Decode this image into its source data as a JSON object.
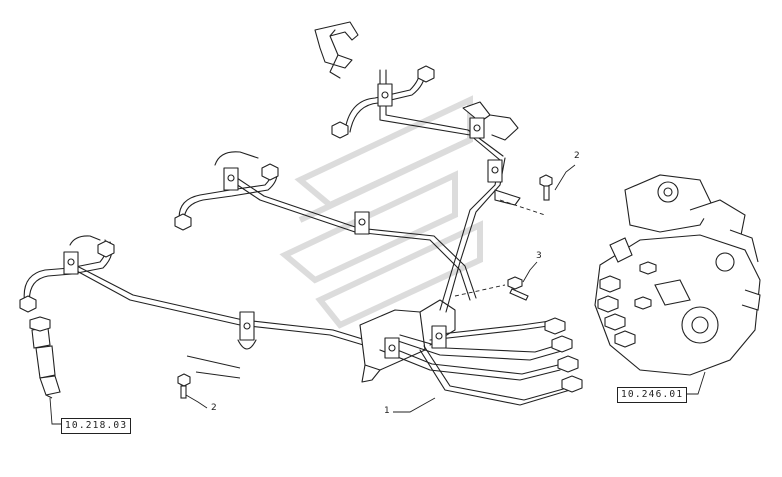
{
  "diagram": {
    "references": [
      {
        "id": "ref-injector",
        "label": "10.218.03"
      },
      {
        "id": "ref-pump",
        "label": "10.246.01"
      }
    ],
    "callouts": [
      {
        "id": "callout-2-top",
        "label": "2"
      },
      {
        "id": "callout-3",
        "label": "3"
      },
      {
        "id": "callout-2-bottom",
        "label": "2"
      },
      {
        "id": "callout-1",
        "label": "1"
      }
    ],
    "colors": {
      "line": "#222222",
      "watermark": "#d6d6d6",
      "background": "#ffffff"
    }
  }
}
